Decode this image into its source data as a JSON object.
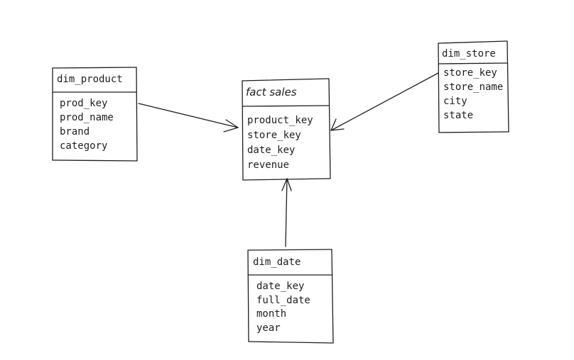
{
  "diagram": {
    "tables": {
      "dim_product": {
        "title": "dim_product",
        "fields": [
          "prod_key",
          "prod_name",
          "brand",
          "category"
        ]
      },
      "fact_sales": {
        "title": "fact sales",
        "fields": [
          "product_key",
          "store_key",
          "date_key",
          "revenue"
        ]
      },
      "dim_store": {
        "title": "dim_store",
        "fields": [
          "store_key",
          "store_name",
          "city",
          "state"
        ]
      },
      "dim_date": {
        "title": "dim_date",
        "fields": [
          "date_key",
          "full_date",
          "month",
          "year"
        ]
      }
    },
    "relationships": [
      {
        "from": "dim_product",
        "to": "fact_sales"
      },
      {
        "from": "dim_store",
        "to": "fact_sales"
      },
      {
        "from": "dim_date",
        "to": "fact_sales"
      }
    ],
    "colors": {
      "stroke": "#1e1e1e",
      "background": "#ffffff"
    }
  }
}
